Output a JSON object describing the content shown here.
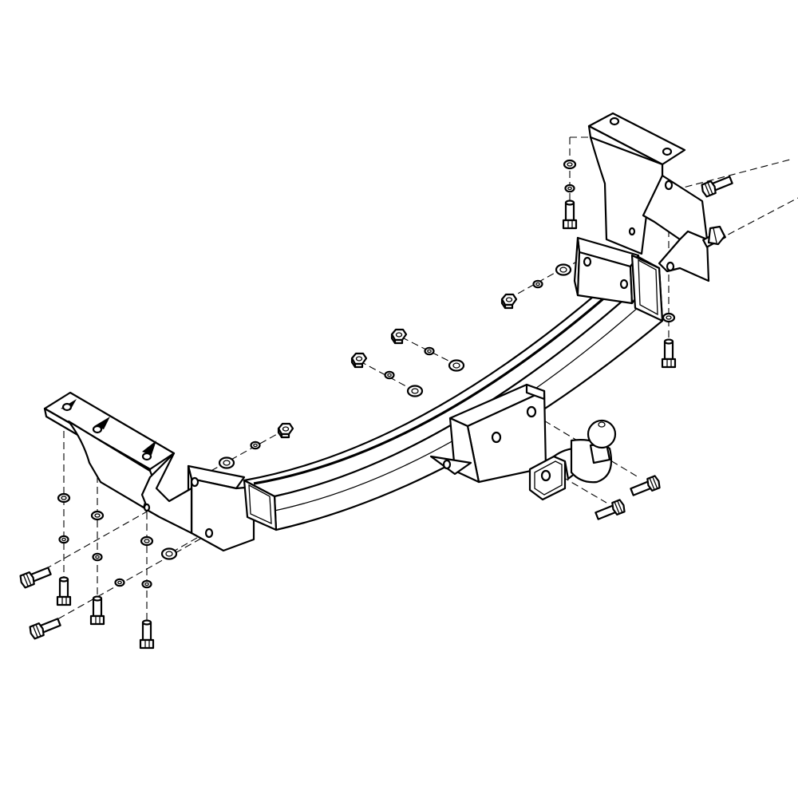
{
  "drawing": {
    "line_color": "#000000",
    "background": "#ffffff",
    "parts": [
      "cross-beam",
      "left-side-bracket",
      "right-side-bracket",
      "left-beam-end-plate",
      "right-beam-end-plate",
      "receiver-mount",
      "tow-ball",
      "ball-mount-flange",
      "bolts",
      "nuts",
      "washers",
      "spring-washers"
    ],
    "text_labels": []
  }
}
